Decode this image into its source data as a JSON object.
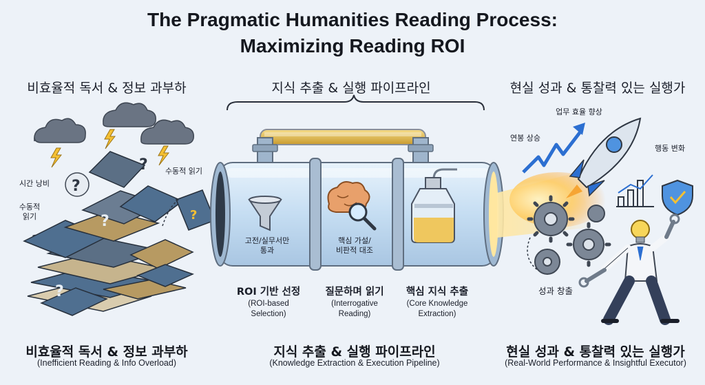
{
  "title": {
    "line1": "The Pragmatic Humanities Reading Process:",
    "line2": "Maximizing Reading ROI"
  },
  "sections": {
    "left": {
      "header": "비효율적 독서 & 정보 과부하",
      "footer_ko": "비효율적 독서 & 정보 과부하",
      "footer_en": "(Inefficient Reading & Info Overload)",
      "labels": [
        "시간 낭비",
        "수동적 읽기",
        "수동적",
        "읽기"
      ]
    },
    "middle": {
      "header": "지식 추출 & 실행 파이프라인",
      "footer_ko": "지식 추출 & 실행 파이프라인",
      "footer_en": "(Knowledge Extraction & Execution Pipeline)",
      "stages": [
        {
          "inner1": "고전/실무서만",
          "inner2": "통과",
          "ko": "ROI 기반 선정",
          "en1": "(ROI-based",
          "en2": "Selection)",
          "icon": "funnel-icon"
        },
        {
          "inner1": "핵심 가설/",
          "inner2": "비판적 대조",
          "ko": "질문하며 읽기",
          "en1": "(Interrogative",
          "en2": "Reading)",
          "icon": "brain-magnifier-icon"
        },
        {
          "inner1": "",
          "inner2": "",
          "ko": "핵심 지식 추출",
          "en1": "(Core Knowledge",
          "en2": "Extraction)",
          "icon": "distillation-flask-icon"
        }
      ]
    },
    "right": {
      "header": "현실 성과 & 통찰력 있는 실행가",
      "footer_ko": "현실 성과 & 통찰력 있는 실행가",
      "footer_en": "(Real-World Performance & Insightful Executor)",
      "labels": {
        "salary": "연봉 상승",
        "efficiency": "업무 효율 향상",
        "behavior": "행동 변화",
        "results": "성과 창출"
      }
    }
  },
  "colors": {
    "background": "#edf2f8",
    "pipe_glass": "#cfe3f5",
    "pipe_gold": "#e2b64c",
    "book_blue": "#4f6f90",
    "book_tan": "#b79a62",
    "accent_blue": "#2c6fd1",
    "gear_gray": "#7c8796"
  }
}
